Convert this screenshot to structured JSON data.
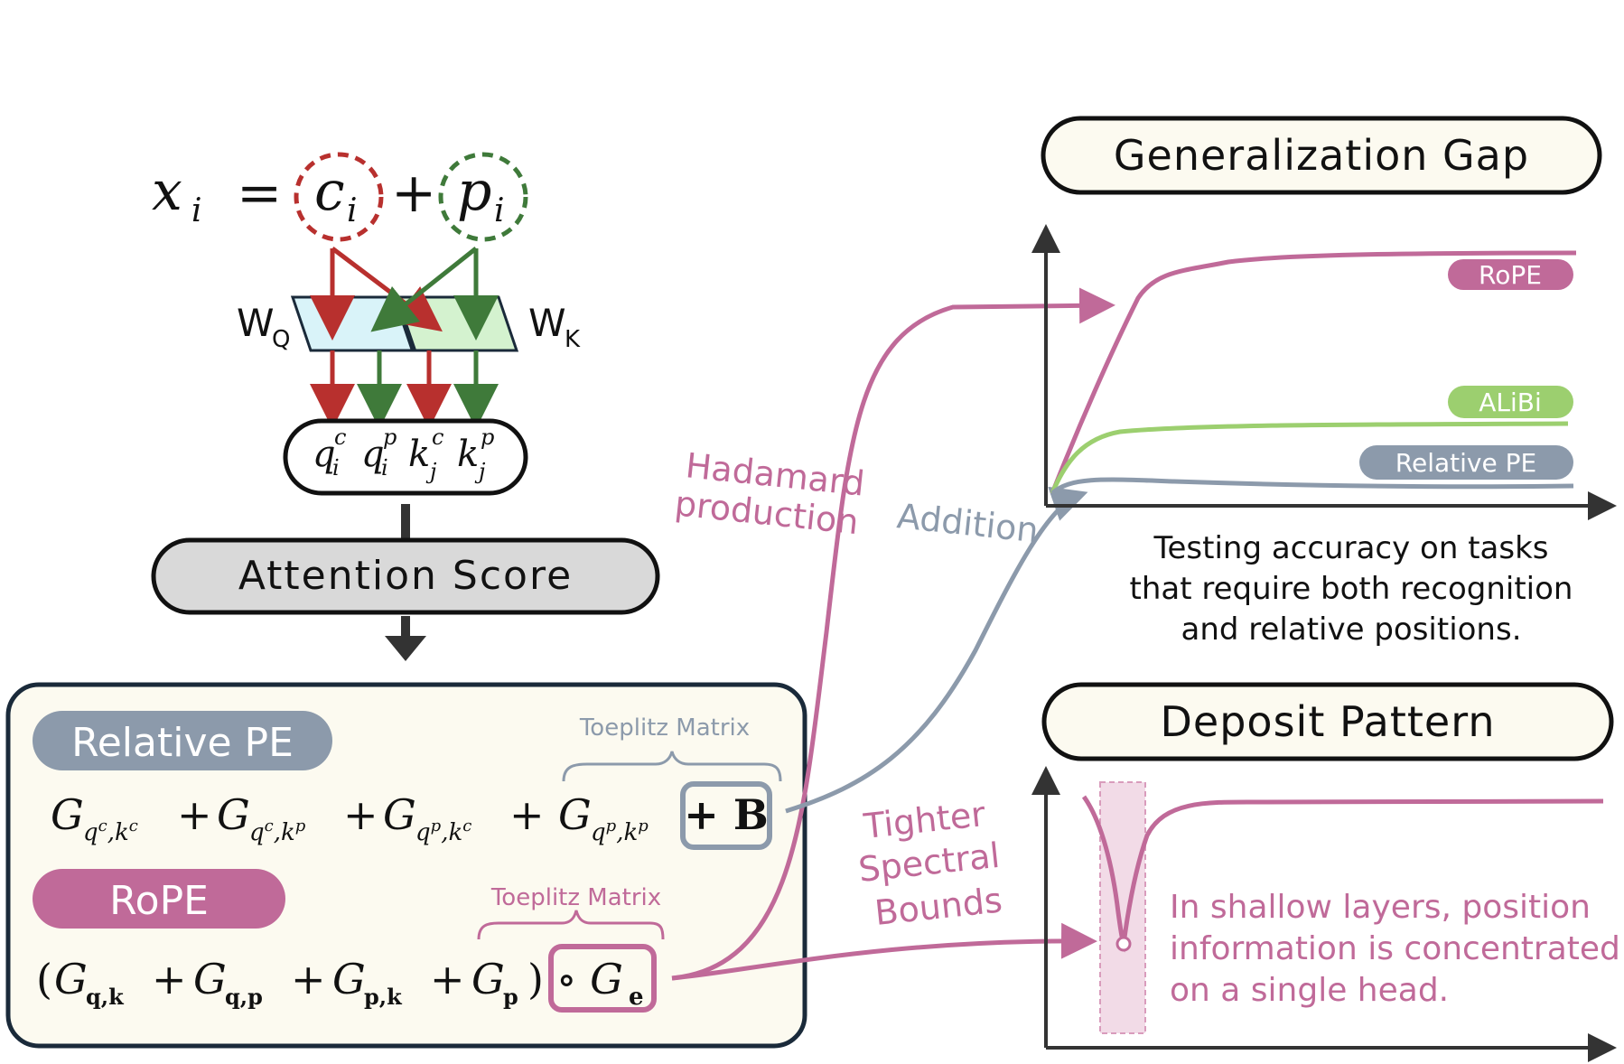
{
  "equation": {
    "lhs": "x",
    "lhs_sub": "i",
    "eq": "=",
    "c": "c",
    "c_sub": "i",
    "plus": "+",
    "p": "p",
    "p_sub": "i"
  },
  "weights": {
    "wq": "W",
    "wq_sub": "Q",
    "wk": "W",
    "wk_sub": "K"
  },
  "qk_box": {
    "q1": "q",
    "q1_sup": "c",
    "q1_sub": "i",
    "q2": "q",
    "q2_sup": "p",
    "q2_sub": "i",
    "k1": "k",
    "k1_sup": "c",
    "k1_sub": "j",
    "k2": "k",
    "k2_sup": "p",
    "k2_sub": "j"
  },
  "attention_score": "Attention Score",
  "relative_pe": {
    "badge": "Relative PE",
    "toeplitz": "Toeplitz Matrix",
    "terms": [
      {
        "G": "G",
        "sub": "q",
        "sup1": "c",
        "sep": ",",
        "sub2": "k",
        "sup2": "c"
      },
      {
        "G": "G",
        "sub": "q",
        "sup1": "c",
        "sep": ",",
        "sub2": "k",
        "sup2": "p"
      },
      {
        "G": "G",
        "sub": "q",
        "sup1": "p",
        "sep": ",",
        "sub2": "k",
        "sup2": "c"
      },
      {
        "G": "G",
        "sub": "q",
        "sup1": "p",
        "sep": ",",
        "sub2": "k",
        "sup2": "p"
      }
    ],
    "plus": "+",
    "bias": "+ B"
  },
  "rope": {
    "badge": "RoPE",
    "toeplitz": "Toeplitz Matrix",
    "open": "(",
    "terms": [
      {
        "G": "G",
        "sub": "q,k"
      },
      {
        "G": "G",
        "sub": "q,p"
      },
      {
        "G": "G",
        "sub": "p,k"
      },
      {
        "G": "G",
        "sub": "p"
      }
    ],
    "close": ")",
    "plus": "+",
    "hadamard": "∘ G",
    "hadamard_sub": "e"
  },
  "annotations": {
    "hadamard_line1": "Hadamard",
    "hadamard_line2": "production",
    "addition": "Addition",
    "tighter_line1": "Tighter",
    "tighter_line2": "Spectral",
    "tighter_line3": "Bounds"
  },
  "generalization": {
    "title": "Generalization Gap",
    "caption_lines": [
      "Testing accuracy on tasks",
      "that require both recognition",
      "and relative positions."
    ],
    "legend": [
      {
        "label": "RoPE",
        "color": "#c06a99"
      },
      {
        "label": "ALiBi",
        "color": "#9ccf6f"
      },
      {
        "label": "Relative PE",
        "color": "#8c9aab"
      }
    ]
  },
  "deposit": {
    "title": "Deposit Pattern",
    "caption_lines": [
      "In shallow layers, position",
      "information is concentrated",
      "on a single head."
    ]
  },
  "colors": {
    "red": "#b8302e",
    "green": "#3f7a3a",
    "pink": "#c06a99",
    "slate": "#8c9aab",
    "alibi": "#9ccf6f",
    "panel_bg": "#fcfaf0",
    "score_bg": "#d9d9d9"
  }
}
